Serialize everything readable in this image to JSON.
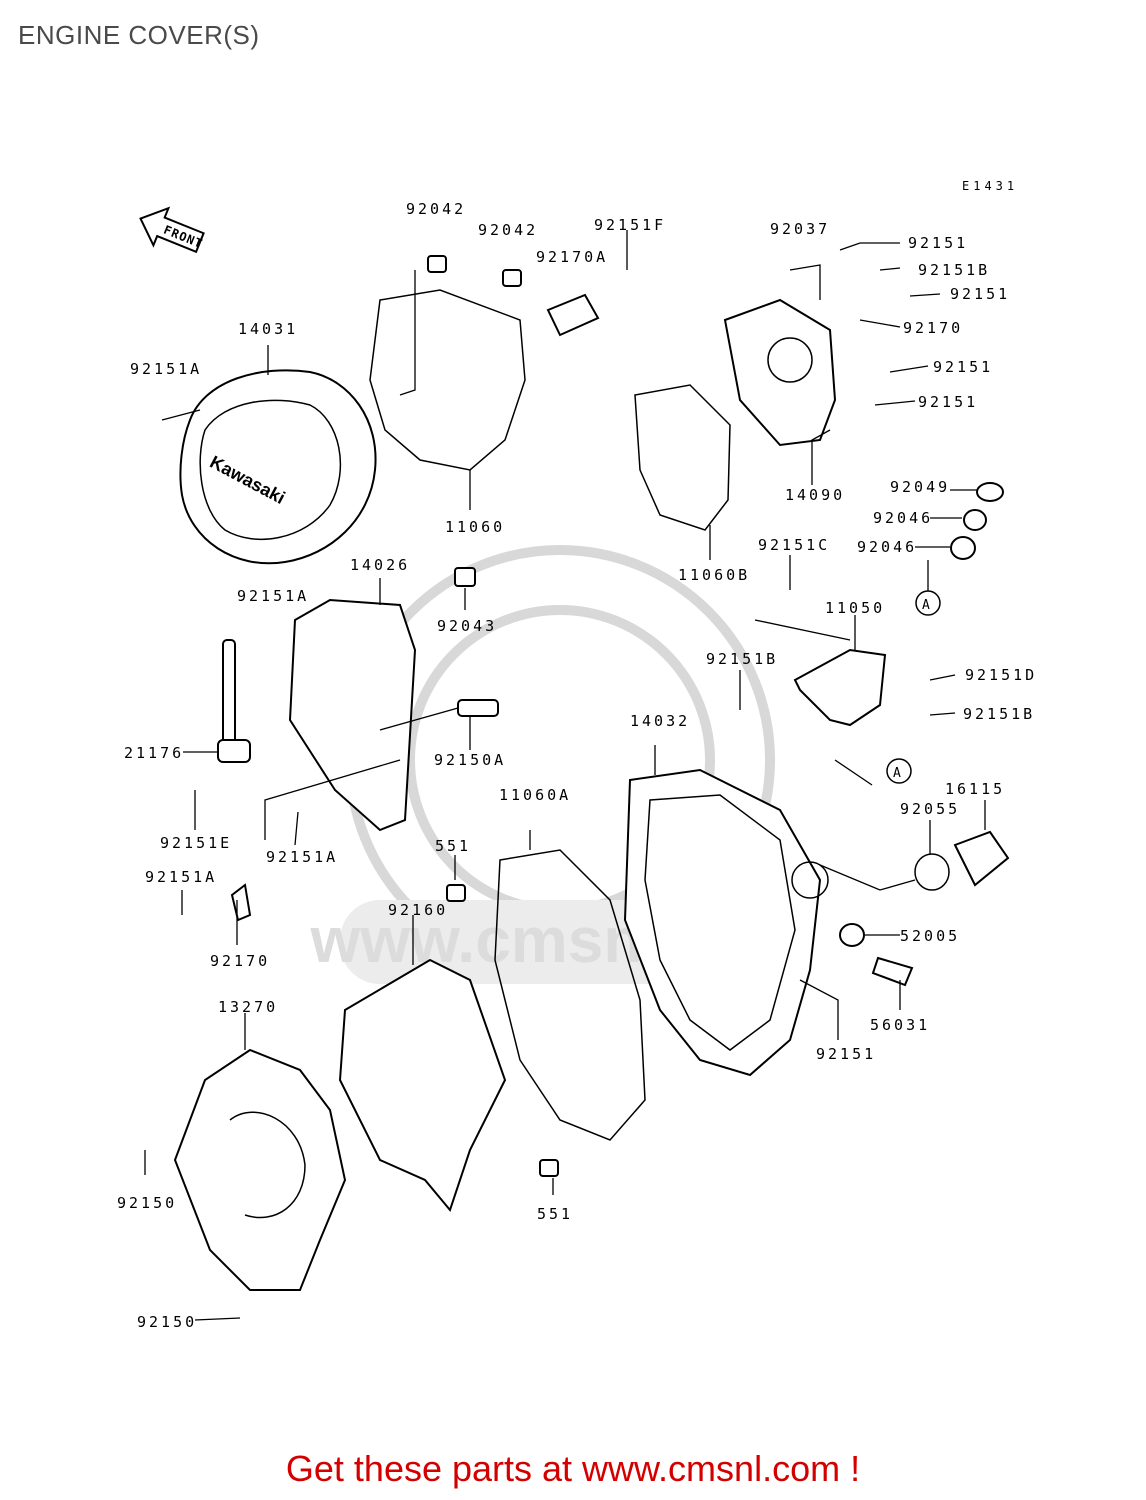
{
  "header": {
    "title": "ENGINE COVER(S)"
  },
  "diagram_code": "E1431",
  "front_arrow_label": "FRONT",
  "brand_text": "Kawasaki",
  "watermark": "www.cmsnl.com",
  "callout_marker": "A",
  "part_numbers": [
    "92042",
    "92042",
    "92151F",
    "92170A",
    "92037",
    "92151",
    "92151B",
    "92151",
    "92170",
    "92151",
    "92151",
    "14031",
    "92151A",
    "11060",
    "11060B",
    "14090",
    "92049",
    "92046",
    "92046",
    "14026",
    "92151A",
    "92043",
    "92151C",
    "11050",
    "92151B",
    "92151D",
    "92151B",
    "14032",
    "21176",
    "92150A",
    "92151E",
    "92151A",
    "92151A",
    "11060A",
    "551",
    "92055",
    "16115",
    "92170",
    "92160",
    "52005",
    "56031",
    "92151",
    "13270",
    "92150",
    "551",
    "92150"
  ],
  "footer": {
    "text": "Get these parts at www.cmsnl.com !"
  },
  "colors": {
    "footer": "#d40000",
    "title": "#4a4a4a",
    "watermark": "#d8d8d8"
  }
}
